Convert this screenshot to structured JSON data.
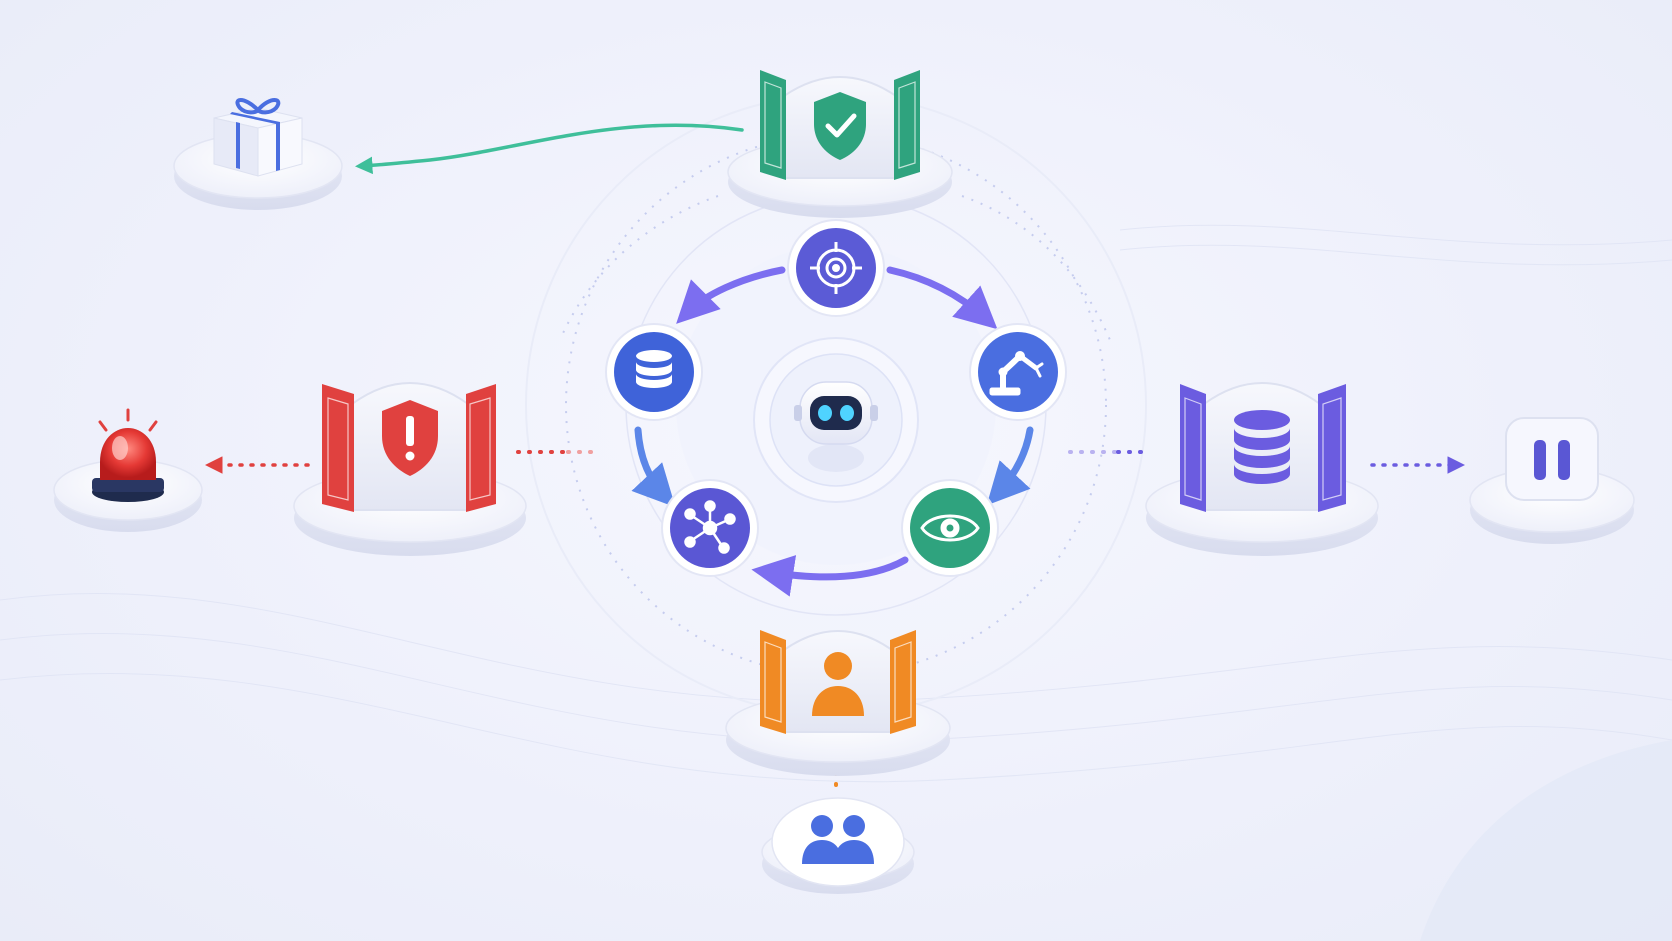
{
  "diagram": {
    "center_node": {
      "icon": "robot-icon"
    },
    "cycle_steps": [
      {
        "id": "goal",
        "icon": "target-icon",
        "color": "#5b5bd6"
      },
      {
        "id": "act",
        "icon": "robotic-arm-icon",
        "color": "#4a6ee0"
      },
      {
        "id": "observe",
        "icon": "eye-icon",
        "color": "#2fa37e"
      },
      {
        "id": "network",
        "icon": "network-icon",
        "color": "#5a57d4"
      },
      {
        "id": "data",
        "icon": "database-icon",
        "color": "#3f63d9"
      }
    ],
    "gates": [
      {
        "id": "approval",
        "icon": "shield-check-icon",
        "color": "#2fa37e",
        "output": "gift-box-icon"
      },
      {
        "id": "alert",
        "icon": "shield-alert-icon",
        "color": "#e0413f",
        "output": "siren-icon"
      },
      {
        "id": "storage",
        "icon": "database-icon",
        "color": "#6b5ce0",
        "output": "pause-icon"
      },
      {
        "id": "human",
        "icon": "user-icon",
        "color": "#f08a24",
        "output": "users-icon"
      }
    ],
    "colors": {
      "accent_purple": "#6b5ce0",
      "accent_blue": "#4a6ee0",
      "accent_green": "#2fa37e",
      "accent_red": "#e0413f",
      "accent_orange": "#f08a24"
    }
  }
}
